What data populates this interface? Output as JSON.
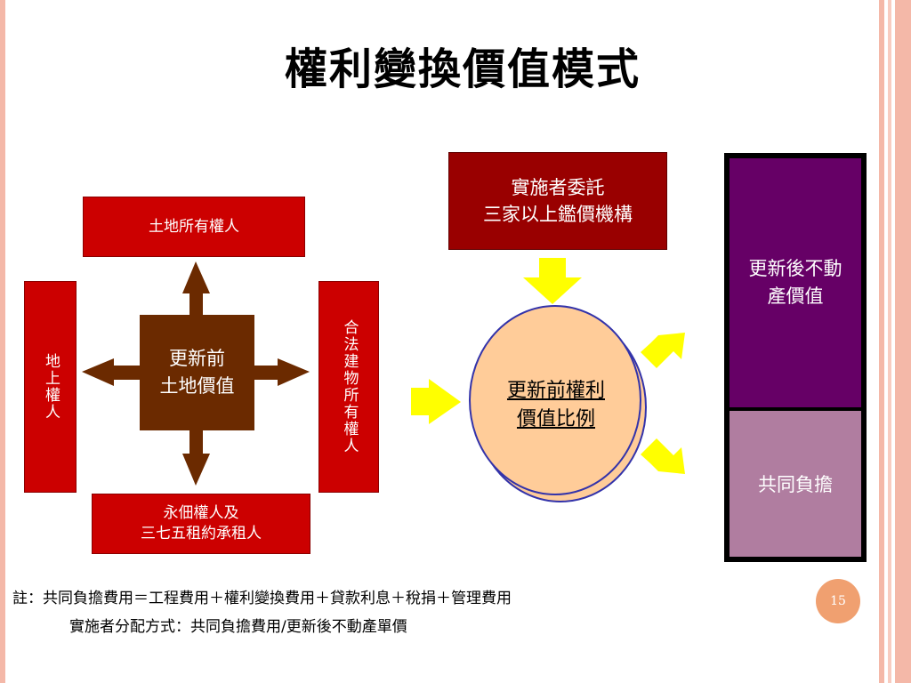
{
  "title": "權利變換價值模式",
  "left_group": {
    "top_box": "土地所有權人",
    "left_box": "地上權人",
    "right_box": "合法建物所有權人",
    "bottom_box_lines": [
      "永佃權人及",
      "三七五租約承租人"
    ],
    "center_lines": [
      "更新前",
      "土地價值"
    ]
  },
  "appraiser_lines": [
    "實施者委託",
    "三家以上鑑價機構"
  ],
  "ellipse_lines": [
    "更新前權利",
    "價值比例"
  ],
  "bar": {
    "top_lines": [
      "更新後不動",
      "產價值"
    ],
    "bottom_label": "共同負擔"
  },
  "notes": {
    "line1": "註：共同負擔費用＝工程費用＋權利變換費用＋貸款利息＋稅捐＋管理費用",
    "line2": "實施者分配方式：共同負擔費用/更新後不動產單價"
  },
  "page_number": "15",
  "colors": {
    "red_box": "#cc0000",
    "dark_red_box": "#990000",
    "brown": "#6b2a00",
    "purple": "#660066",
    "mauve": "#b07da0",
    "yellow_arrow": "#ffff00",
    "ellipse_fill": "#ffcc99",
    "ellipse_stroke": "#3333aa",
    "stripe_pink": "#f4b8a8"
  }
}
